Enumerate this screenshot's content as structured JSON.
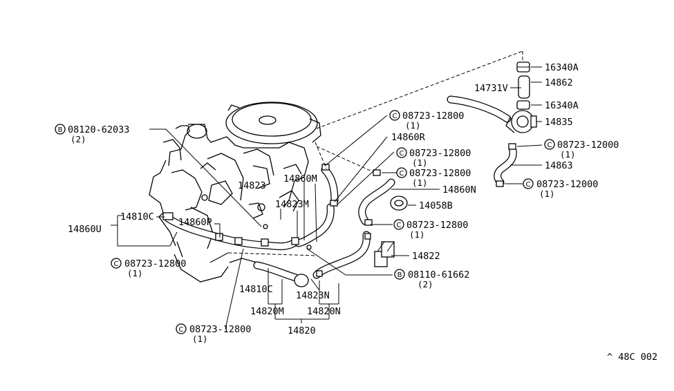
{
  "labels": {
    "l_16340A_top": "16340A",
    "l_14862": "14862",
    "l_14731V": "14731V",
    "l_16340A_mid": "16340A",
    "l_14835": "14835",
    "l_b08120": "08120-62033",
    "q_b08120": "(2)",
    "l_c12800_a": "08723-12800",
    "q_c12800_a": "(1)",
    "l_14860R": "14860R",
    "l_c12000_a": "08723-12000",
    "q_c12000_a": "(1)",
    "l_c12800_b": "08723-12800",
    "q_c12800_b": "(1)",
    "l_14863": "14863",
    "l_c12800_c": "08723-12800",
    "q_c12800_c": "(1)",
    "l_c12000_b": "08723-12000",
    "q_c12000_b": "(1)",
    "l_14860N": "14860N",
    "l_14823": "14823",
    "l_14860M": "14860M",
    "l_14823M": "14823M",
    "l_14058B": "14058B",
    "l_14810C_left": "14810C",
    "l_14860P": "14860P",
    "l_14860U": "14860U",
    "l_c12800_d": "08723-12800",
    "q_c12800_d": "(1)",
    "l_14822": "14822",
    "l_c12800_e": "08723-12800",
    "q_c12800_e": "(1)",
    "l_b08110": "08110-61662",
    "q_b08110": "(2)",
    "l_14810C_bot": "14810C",
    "l_14823N": "14823N",
    "l_14820M": "14820M",
    "l_14820N": "14820N",
    "l_c12800_f": "08723-12800",
    "q_c12800_f": "(1)",
    "l_14820": "14820",
    "ref_code": "^ 48C 002"
  },
  "prefixes": {
    "bolt": "B",
    "clamp": "C"
  }
}
